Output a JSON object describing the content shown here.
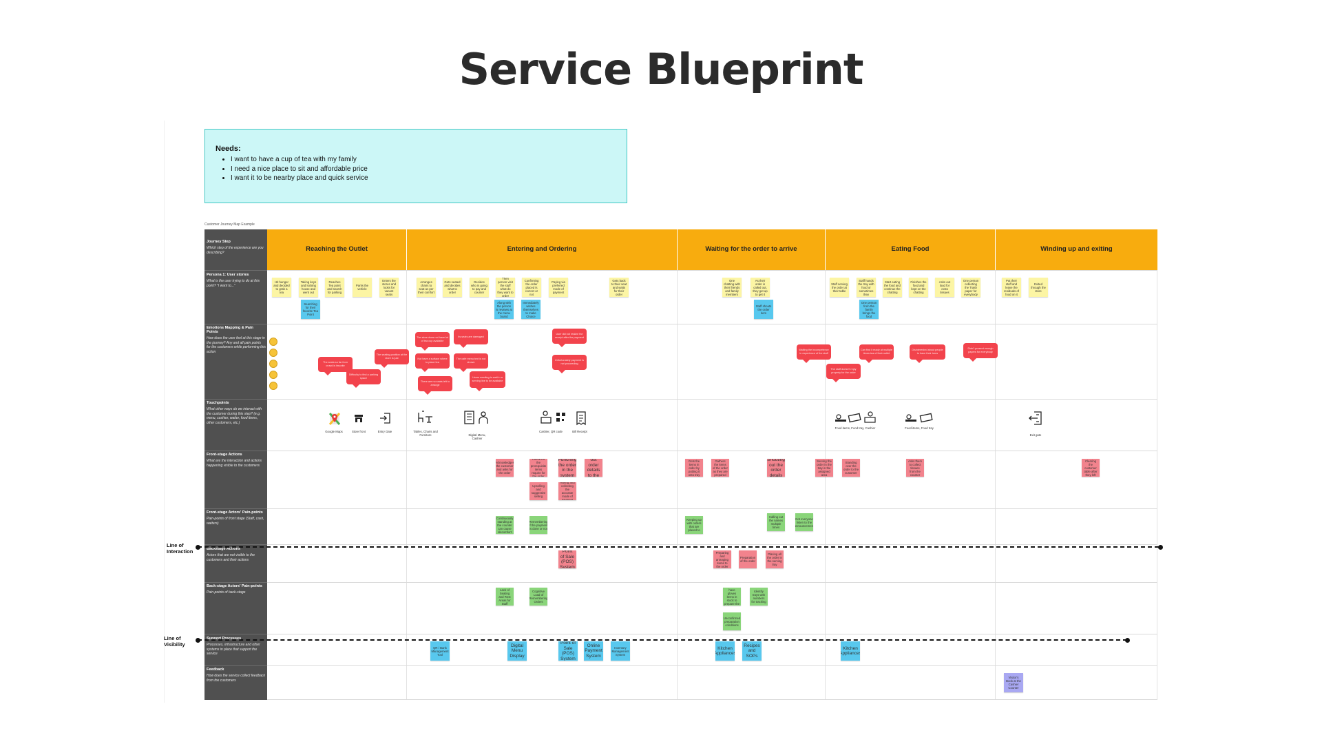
{
  "title": "Service Blueprint",
  "needs": {
    "heading": "Needs:",
    "items": [
      "I want to have a cup of tea with my family",
      "I need a nice place to sit and affordable price",
      "I want it to be nearby place and quick service"
    ]
  },
  "caption": "Customer Journey Map Example",
  "colors": {
    "header": "#f8ac0e",
    "label_column": "#505050",
    "needs_bg": "#ccf7f7",
    "yellow_note": "#fcf5a4",
    "blue_note": "#58c8ee",
    "red_bubble": "#f2434c",
    "pink_note": "#f2838d",
    "green_note": "#8ad57a",
    "purple_note": "#a9a8f2"
  },
  "sections": [
    "Reaching the Outlet",
    "Entering and Ordering",
    "Waiting for the order to arrive",
    "Eating Food",
    "Winding up and exiting"
  ],
  "rows": [
    {
      "title": "Journey Step",
      "desc": "Which step of the experience are you describing?"
    },
    {
      "title": "Persona 1: User stories",
      "desc": "What is the user trying to do at this point? \"I want to...\""
    },
    {
      "title": "Emotions Mapping & Pain Points",
      "desc": "How does the user feel at this stage in the journey? Any and all pain points for the customers while performing this action"
    },
    {
      "title": "Touchpoints",
      "desc": "What other ways do we interact with the customer during this step? (e.g. menu, cashier, waiter, food items, other customers, etc.)"
    },
    {
      "title": "Front-stage Actions",
      "desc": "What are the interaction and actions happening visible to the customers"
    },
    {
      "title": "Front-stage Actors' Pain-points",
      "desc": "Pain-points of front stage (Staff, cash, waiters)"
    },
    {
      "title": "Backstage Actions",
      "desc": "Actors that are not visible to the customers and their actions"
    },
    {
      "title": "Back-stage Actors' Pain-points",
      "desc": "Pain-points of back-stage"
    },
    {
      "title": "Support Processes",
      "desc": "Processes, infrastructure and other systems in place that support the service"
    },
    {
      "title": "Feedback",
      "desc": "How does the service collect feedback from the customers"
    }
  ],
  "line_labels": {
    "interaction": "Line of Interaction",
    "visibility": "Line of Visibility"
  },
  "touchpoint_labels": [
    "Google Maps",
    "Store front",
    "Entry Gate",
    "Tables, Chairs and Furniture",
    "Digital Menu, Cashier",
    "Cashier, QR code",
    "Bill Receipt",
    "Food items, Food tray, Cashier",
    "Food items, Food tray",
    "Exit gate"
  ],
  "stories_yellow": [
    "Hit hunger and decided to grab a tea",
    "Taking keys and locking house and went out",
    "Reaches Tea point and search for parking",
    "Parks the vehicle",
    "Enters the stores and looks for vacant seats",
    "Arranges chairs to seat as per their comfort",
    "Gets seated and decides what to order",
    "Decides who is going to pay and counter",
    "Then person visit the stuff what do they want to order",
    "Confirming the order placed is correct or not",
    "Paying via preferred mode of payment",
    "Gets back to their seat and waits for their order",
    "One chatting with their friends and family members",
    "As their order is called out, they get up to get it",
    "Staff serving the order at their table",
    "Staff hands the tray with food or sometimes they",
    "Start eating the food and continue the chatting",
    "Finishes the food and kept on the chatting",
    "Asks out loud for extra tissues",
    "One person collecting the Trash paper for everybody",
    "Put their stuff and leave the residuals of food on it",
    "Exited through the store"
  ],
  "stories_blue": [
    "Searching for their favorite Tea Point",
    "Along with the person is reviews at the menu board",
    "Immediately wishes themselves to make Choice",
    "Staff shouts the order item",
    "One person from the family brings the food"
  ],
  "emotions": [
    "The seats so far from crowd is favorite",
    "Difficulty to find a parking space",
    "The seating position at the store is just",
    "The store does not have lot of tea cup available",
    "Not have a surface where to place tea",
    "There are no seats left to arrange",
    "Its seats are damaged",
    "The cafe menu text is not shown",
    "Users needing to wait in a serving line to be available",
    "User did not realize the receipt after the payment",
    "Unfortunately payment is not proceeding",
    "Waiting the incompetence in experience of the staff",
    "The staff doesn't reply properly for the order",
    "Can find it ready at multiple times tea of their outlet",
    "Disinterested about people to have their turns",
    "Didn't present enough papers for everybody"
  ],
  "front_actions": [
    "Acknowledges the customer and asks for the order",
    "Check for the prerequisite items require for the order",
    "Punching the order in the system",
    "Giving out order details to the staff",
    "Upselling and suggestive selling",
    "Asking and collecting the accurate mode of payment",
    "Gets the items in order by putting it onto tray",
    "Gathers the items of the order as they are prepared",
    "Shouting out the order details",
    "Serving the order in the tray in the assigned area",
    "Standing over the order to the customer",
    "Asks them to collect tissues from the counter",
    "Clearing the customer table after they left"
  ],
  "front_pain": [
    "Continuously standing at the counter can cause discomfort",
    "Remembering if the payment is done or not",
    "Keeping up with orders that are placed to",
    "Calling out the names multiple times",
    "Not everyone listen to the announcement"
  ],
  "backstage": [
    "Point of Sale (POS) System",
    "Preparing and arranging items to the order",
    "Preparation of the order",
    "Placing all the order in the serving tray"
  ],
  "back_pain": [
    "Lack of Seating and Rest Areas for Staff",
    "Cognitive Load of Remembering Orders",
    "Do not have gloves items in stock to prepare the order",
    "Identify trays with numbers for tracking",
    "Unconfirmed preparation conditions"
  ],
  "support": [
    "QR / Bank Management Tool",
    "Digital Menu Display",
    "Point of Sale (POS) System",
    "Online Payment System",
    "Inventory Management System",
    "Kitchen Appliances",
    "Recipes and SOPs",
    "Kitchen Appliances"
  ],
  "feedback": [
    "Visitor's Book at the Cashier Counter"
  ]
}
